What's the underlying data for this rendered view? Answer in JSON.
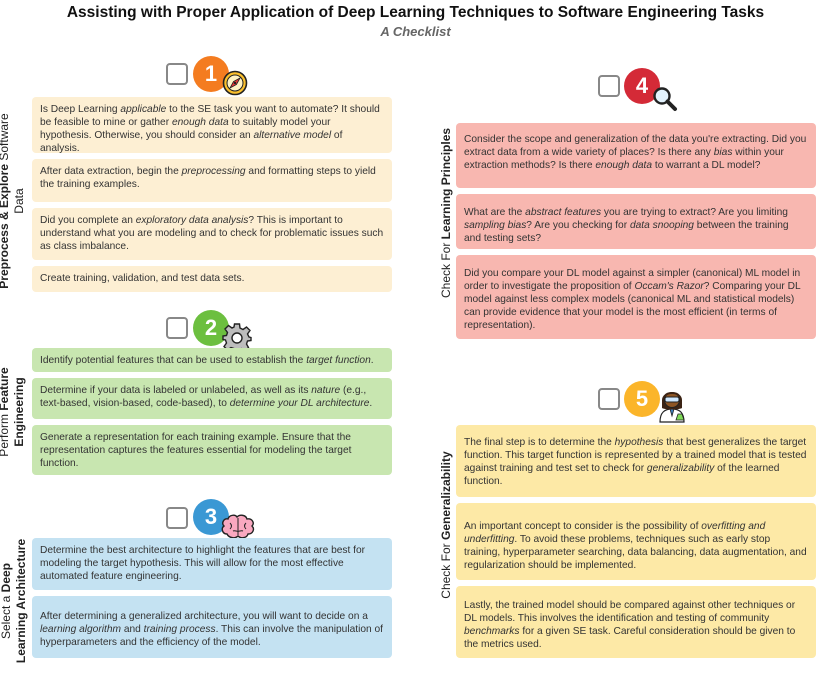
{
  "header": {
    "title": "Assisting with Proper Application of Deep Learning Techniques to Software Engineering Tasks",
    "subtitle": "A Checklist"
  },
  "steps": [
    {
      "number": "1",
      "color": "#f47c20",
      "side_label_bold": "Preprocess & Explore",
      "side_label_line1_rest": " Software",
      "side_label_line2": "Data",
      "icon": "compass-icon",
      "cards": [
        {
          "parts": [
            [
              "Is Deep Learning ",
              0
            ],
            [
              "applicable",
              1
            ],
            [
              " to the SE task you want to automate? It should be feasible to mine or gather ",
              0
            ],
            [
              "enough data",
              1
            ],
            [
              " to suitably model your hypothesis. Otherwise, you should consider an ",
              0
            ],
            [
              "alternative model",
              1
            ],
            [
              " of analysis.",
              0
            ]
          ]
        },
        {
          "parts": [
            [
              "After data extraction, begin the ",
              0
            ],
            [
              "preprocessing",
              1
            ],
            [
              " and formatting steps to yield the training examples.",
              0
            ]
          ]
        },
        {
          "parts": [
            [
              "Did you complete an ",
              0
            ],
            [
              "exploratory data analysis",
              1
            ],
            [
              "? This is important to understand what you are modeling and to check for problematic issues such as class imbalance.",
              0
            ]
          ]
        },
        {
          "parts": [
            [
              "Create training, validation, and test data sets.",
              0
            ]
          ]
        }
      ]
    },
    {
      "number": "2",
      "color": "#6cbf3f",
      "side_label_line1": "Perform ",
      "side_label_bold": "Feature",
      "side_label_line2": "Engineering",
      "icon": "gear-icon",
      "cards": [
        {
          "parts": [
            [
              "Identify potential features that can be used to establish the ",
              0
            ],
            [
              "target function",
              1
            ],
            [
              ".",
              0
            ]
          ]
        },
        {
          "parts": [
            [
              "Determine if your data is labeled or unlabeled, as well as its ",
              0
            ],
            [
              "nature",
              1
            ],
            [
              " (e.g., text-based, vision-based, code-based), to ",
              0
            ],
            [
              "determine your DL architecture",
              1
            ],
            [
              ".",
              0
            ]
          ]
        },
        {
          "parts": [
            [
              "Generate a representation for each training example. Ensure that the representation captures the features essential for modeling the target function.",
              0
            ]
          ]
        }
      ]
    },
    {
      "number": "3",
      "color": "#3a98d4",
      "side_label_line1": "Select a ",
      "side_label_bold": "Deep",
      "side_label_line2": "Learning Architecture",
      "icon": "brain-icon",
      "cards": [
        {
          "parts": [
            [
              "Determine the best architecture to highlight the features that are best for modeling the target hypothesis. This will allow for the most effective automated feature engineering.",
              0
            ]
          ]
        },
        {
          "parts": [
            [
              "After determining a generalized architecture, you will want to decide on a ",
              0
            ],
            [
              "learning algorithm",
              1
            ],
            [
              " and ",
              0
            ],
            [
              "training process",
              1
            ],
            [
              ". This can involve the manipulation of hyperparameters and the efficiency of the model.",
              0
            ]
          ]
        }
      ]
    },
    {
      "number": "4",
      "color": "#d42a37",
      "side_label_line1": "Check For ",
      "side_label_bold": "Learning Principles",
      "icon": "magnifier-icon",
      "cards": [
        {
          "parts": [
            [
              "Consider the scope and generalization of the data you're extracting. Did you extract data from a wide variety of places? Is there any ",
              0
            ],
            [
              "bias",
              1
            ],
            [
              " within your extraction methods? Is there ",
              0
            ],
            [
              "enough data",
              1
            ],
            [
              " to warrant a DL model?",
              0
            ]
          ]
        },
        {
          "parts": [
            [
              "What are the ",
              0
            ],
            [
              "abstract features",
              1
            ],
            [
              " you are trying to extract? Are you limiting ",
              0
            ],
            [
              "sampling bias",
              1
            ],
            [
              "? Are you checking for ",
              0
            ],
            [
              "data snooping",
              1
            ],
            [
              " between the training and testing sets?",
              0
            ]
          ]
        },
        {
          "parts": [
            [
              "Did you compare your DL model against a simpler (canonical) ML model in order to investigate the proposition of ",
              0
            ],
            [
              "Occam's Razor",
              1
            ],
            [
              "? Comparing your DL model against less complex models (canonical ML and statistical models) can provide evidence that your model is the most efficient (in terms of representation).",
              0
            ]
          ]
        }
      ]
    },
    {
      "number": "5",
      "color": "#fbb52a",
      "side_label_line1": "Check For ",
      "side_label_bold": "Generalizability",
      "icon": "scientist-icon",
      "cards": [
        {
          "parts": [
            [
              "The final step is to determine the ",
              0
            ],
            [
              "hypothesis",
              1
            ],
            [
              " that best generalizes the target function. This target function is represented by a trained model that is tested against training and test set to check for ",
              0
            ],
            [
              "generalizability",
              1
            ],
            [
              " of the learned function.",
              0
            ]
          ]
        },
        {
          "parts": [
            [
              "An important concept to consider is the possibility of ",
              0
            ],
            [
              "overfitting and underfitting",
              1
            ],
            [
              ". To avoid these problems, techniques such as early stop training, hyperparameter searching, data balancing, data augmentation, and regularization should be implemented.",
              0
            ]
          ]
        },
        {
          "parts": [
            [
              "Lastly, the trained model should be compared against other techniques or DL models. This involves the identification and testing of community ",
              0
            ],
            [
              "benchmarks",
              1
            ],
            [
              " for a given SE task. Careful consideration should be given to the metrics used.",
              0
            ]
          ]
        }
      ]
    }
  ]
}
